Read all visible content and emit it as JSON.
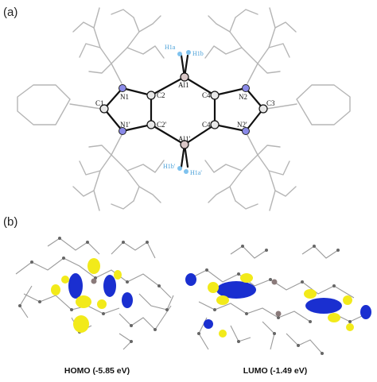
{
  "panels": {
    "a": {
      "label": "(a)"
    },
    "b": {
      "label": "(b)"
    }
  },
  "atom_labels": {
    "al1": "Al1",
    "al1p": "Al1'",
    "n1": "N1",
    "n1p": "N1'",
    "n2": "N2",
    "n2p": "N2'",
    "c1": "C1",
    "c2": "C2",
    "c2p": "C2'",
    "c3": "C3",
    "c4": "C4",
    "c4p": "C4'",
    "h1a": "H1a",
    "h1b": "H1b",
    "h1bp": "H1b'",
    "h1ap": "H1a'"
  },
  "orbitals": {
    "homo": "HOMO (-5.85 eV)",
    "lumo": "LUMO (-1.49 eV)"
  },
  "colors": {
    "orbital_positive": "#1a2fd0",
    "orbital_negative": "#f2ea1a",
    "ligand": "#b5b5b5",
    "hydride": "#7fc2ee",
    "core_bond": "#111111"
  }
}
